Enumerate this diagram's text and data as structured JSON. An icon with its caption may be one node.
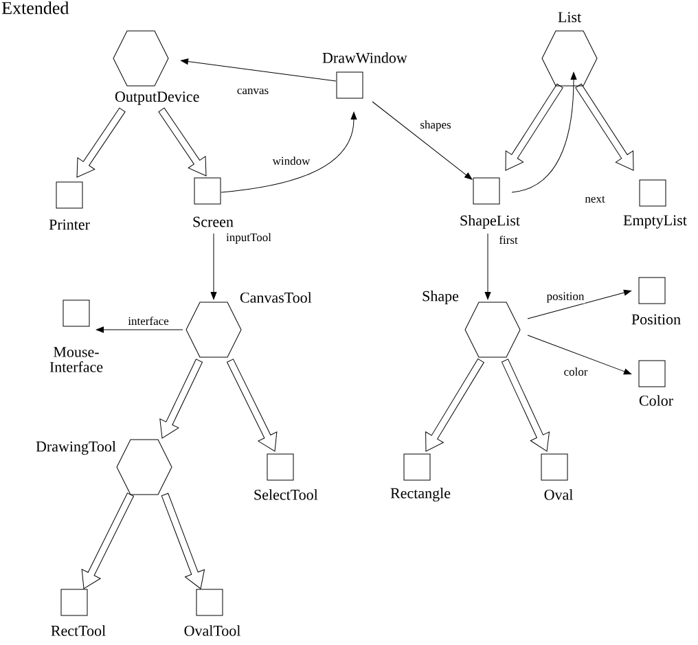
{
  "diagram": {
    "title": "Extended",
    "nodes": [
      {
        "text": [
          "OutputDevice"
        ]
      },
      {
        "text": [
          "DrawWindow"
        ]
      },
      {
        "text": [
          "List"
        ]
      },
      {
        "text": [
          "Printer"
        ]
      },
      {
        "text": [
          "Screen"
        ]
      },
      {
        "text": [
          "ShapeList"
        ]
      },
      {
        "text": [
          "EmptyList"
        ]
      },
      {
        "text": [
          "CanvasTool"
        ]
      },
      {
        "text": [
          "Mouse- Interface"
        ]
      },
      {
        "text": [
          "Shape"
        ]
      },
      {
        "text": [
          "Position"
        ]
      },
      {
        "text": [
          "Color"
        ]
      },
      {
        "text": [
          "DrawingTool"
        ]
      },
      {
        "text": [
          "SelectTool"
        ]
      },
      {
        "text": [
          "Rectangle"
        ]
      },
      {
        "text": [
          "Oval"
        ]
      },
      {
        "text": [
          "RectTool"
        ]
      },
      {
        "text": [
          "OvalTool"
        ]
      }
    ],
    "edges": [
      {
        "from": 1,
        "to": 0,
        "arrow": "to",
        "label": "canvas"
      },
      {
        "from": 4,
        "to": 1,
        "arrow": "to",
        "label": "window"
      },
      {
        "from": 1,
        "to": 5,
        "arrow": "to",
        "label": "shapes"
      },
      {
        "from": 5,
        "to": 2,
        "arrow": "to",
        "label": "next"
      },
      {
        "from": 4,
        "to": 7,
        "arrow": "to",
        "label": "inputTool"
      },
      {
        "from": 7,
        "to": 8,
        "arrow": "to",
        "label": "interface"
      },
      {
        "from": 5,
        "to": 9,
        "arrow": "to",
        "label": "first"
      },
      {
        "from": 9,
        "to": 10,
        "arrow": "to",
        "label": "position"
      },
      {
        "from": 9,
        "to": 11,
        "arrow": "to",
        "label": "color"
      },
      {
        "from": 0,
        "to": 3,
        "arrow": "to",
        "style": "thick"
      },
      {
        "from": 0,
        "to": 4,
        "arrow": "to",
        "style": "thick"
      },
      {
        "from": 2,
        "to": 5,
        "arrow": "to",
        "style": "thick"
      },
      {
        "from": 2,
        "to": 6,
        "arrow": "to",
        "style": "thick"
      },
      {
        "from": 7,
        "to": 12,
        "arrow": "to",
        "style": "thick"
      },
      {
        "from": 7,
        "to": 13,
        "arrow": "to",
        "style": "thick"
      },
      {
        "from": 9,
        "to": 14,
        "arrow": "to",
        "style": "thick"
      },
      {
        "from": 9,
        "to": 15,
        "arrow": "to",
        "style": "thick"
      },
      {
        "from": 12,
        "to": 16,
        "arrow": "to",
        "style": "thick"
      },
      {
        "from": 12,
        "to": 17,
        "arrow": "to",
        "style": "thick"
      }
    ]
  }
}
